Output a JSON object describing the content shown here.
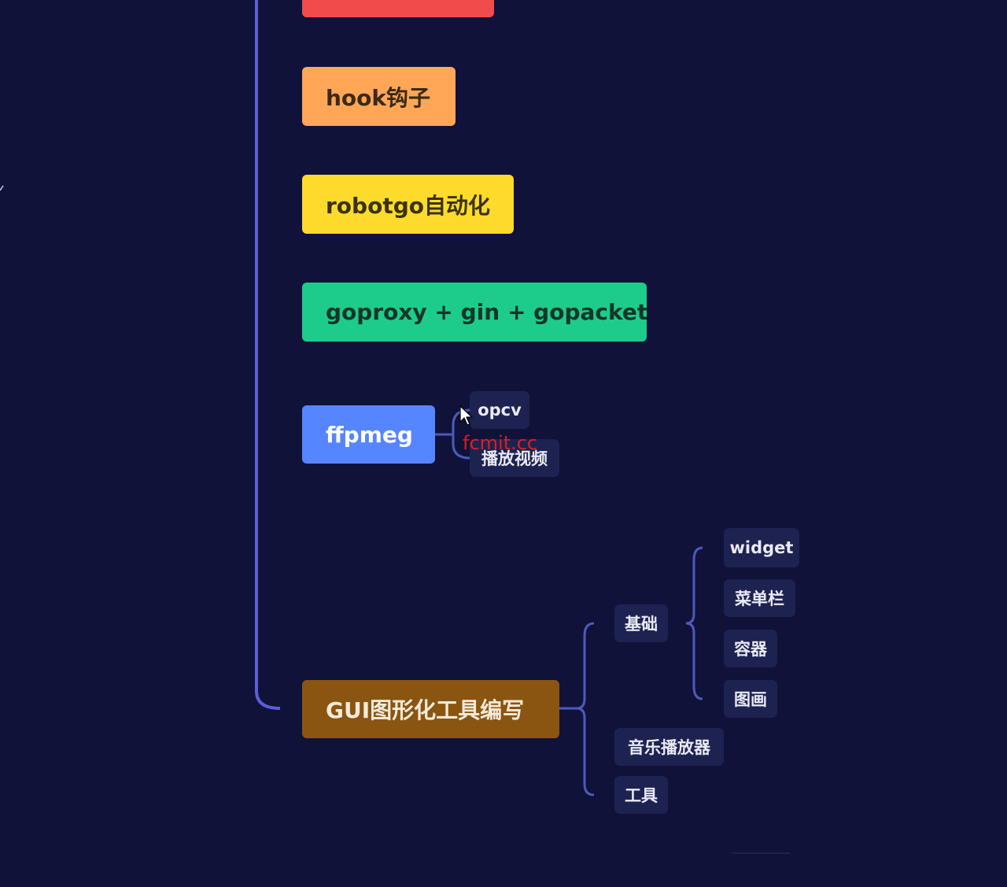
{
  "colors": {
    "background": "#10123a",
    "spine": "#5a5fd6",
    "bracket": "#4d5ab8",
    "sub_node": "#1d2250",
    "watermark": "#e8201a"
  },
  "main_topics": [
    {
      "id": "top-red",
      "label": "",
      "color": "#f24b4b"
    },
    {
      "id": "hook",
      "label": "hook钩子",
      "color": "#ffa757"
    },
    {
      "id": "robotgo",
      "label": "robotgo自动化",
      "color": "#fcdb2c"
    },
    {
      "id": "goproxy",
      "label": "goproxy + gin + gopacket",
      "color": "#1dcc8a"
    },
    {
      "id": "ffpmeg",
      "label": "ffpmeg",
      "color": "#5586ff"
    },
    {
      "id": "gui",
      "label": "GUI图形化工具编写",
      "color": "#8a5411"
    }
  ],
  "ffpmeg_children": [
    "opcv",
    "播放视频"
  ],
  "gui_children": {
    "basics": {
      "label": "基础",
      "children": [
        "widget",
        "菜单栏",
        "容器",
        "图画"
      ]
    },
    "music_player": "音乐播放器",
    "tools": "工具"
  },
  "watermark": "fcmit.cc",
  "icons": {
    "cursor": "mouse-pointer-icon"
  }
}
